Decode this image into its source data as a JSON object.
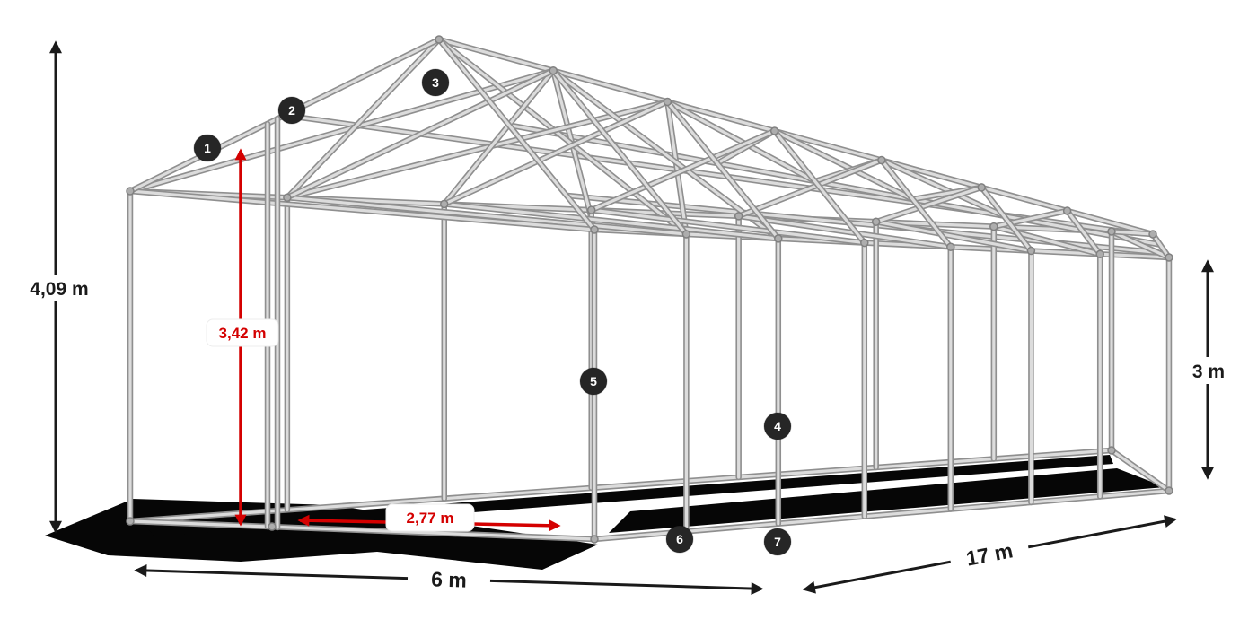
{
  "dimensions": {
    "total_height": "4,09 m",
    "inner_height": "3,42 m",
    "side_wall_height": "3 m",
    "bay_spacing": "2,77 m",
    "width": "6 m",
    "length": "17 m"
  },
  "markers": [
    {
      "label": "1"
    },
    {
      "label": "2"
    },
    {
      "label": "3"
    },
    {
      "label": "4"
    },
    {
      "label": "5"
    },
    {
      "label": "6"
    },
    {
      "label": "7"
    }
  ],
  "colors": {
    "dimension_line": "#1a1a1a",
    "dimension_accent": "#d40000",
    "frame_tube_light": "#dcdcdc",
    "frame_tube_dark": "#8f8f8f",
    "marker_background": "#262626",
    "marker_number": "#ffffff",
    "background": "#ffffff"
  }
}
